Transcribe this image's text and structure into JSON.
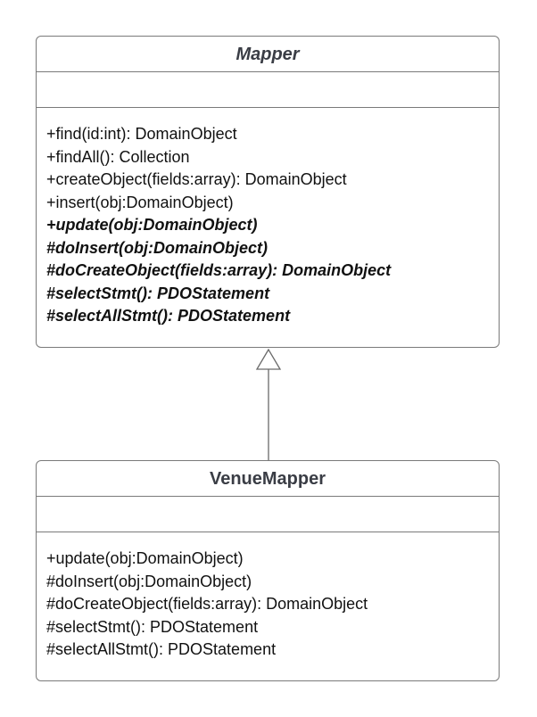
{
  "classes": {
    "mapper": {
      "name": "Mapper",
      "operations": [
        {
          "text": "+find(id:int): DomainObject",
          "abstract": false
        },
        {
          "text": "+findAll(): Collection",
          "abstract": false
        },
        {
          "text": "+createObject(fields:array): DomainObject",
          "abstract": false
        },
        {
          "text": "+insert(obj:DomainObject)",
          "abstract": false
        },
        {
          "text": "+update(obj:DomainObject)",
          "abstract": true
        },
        {
          "text": "#doInsert(obj:DomainObject)",
          "abstract": true
        },
        {
          "text": "#doCreateObject(fields:array): DomainObject",
          "abstract": true
        },
        {
          "text": "#selectStmt(): PDOStatement",
          "abstract": true
        },
        {
          "text": "#selectAllStmt(): PDOStatement",
          "abstract": true
        }
      ]
    },
    "venue_mapper": {
      "name": "VenueMapper",
      "operations": [
        {
          "text": "+update(obj:DomainObject)",
          "abstract": false
        },
        {
          "text": "#doInsert(obj:DomainObject)",
          "abstract": false
        },
        {
          "text": "#doCreateObject(fields:array): DomainObject",
          "abstract": false
        },
        {
          "text": "#selectStmt(): PDOStatement",
          "abstract": false
        },
        {
          "text": "#selectAllStmt(): PDOStatement",
          "abstract": false
        }
      ]
    }
  },
  "relationship": {
    "type": "generalization",
    "from": "VenueMapper",
    "to": "Mapper"
  }
}
